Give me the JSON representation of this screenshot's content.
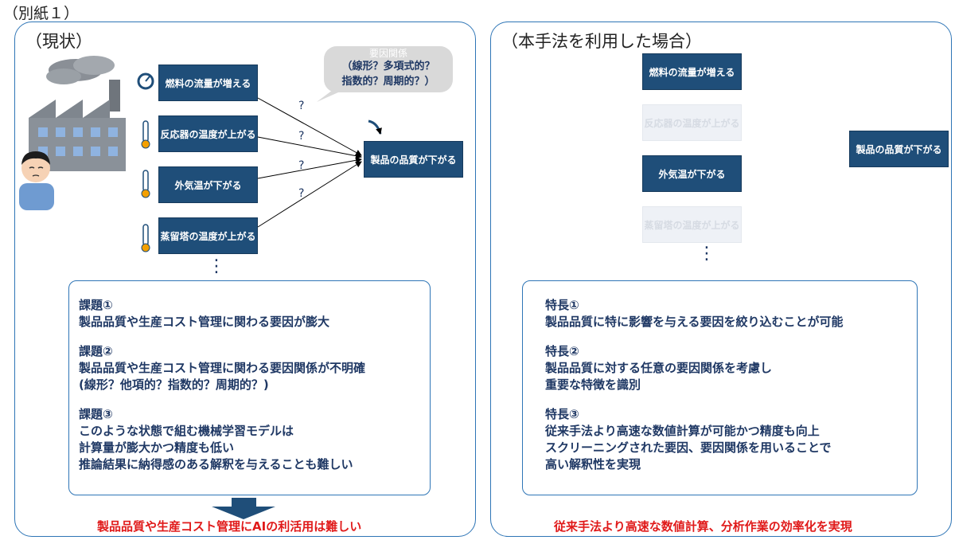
{
  "caption": "（別紙１）",
  "left": {
    "title": "（現状）",
    "nodes": [
      "燃料の流量が増える",
      "反応器の温度が上がる",
      "外気温が下がる",
      "蒸留塔の温度が上がる"
    ],
    "target": "製品の品質が下がる",
    "bubble": {
      "title": "要因関係",
      "line1": "（線形？多項式的？",
      "line2": "指数的？周期的？）"
    },
    "qmark": "?",
    "ellipsis": "⋮",
    "issues": [
      {
        "title": "課題①",
        "lines": [
          "製品品質や生産コスト管理に関わる要因が膨大"
        ]
      },
      {
        "title": "課題②",
        "lines": [
          "製品品質や生産コスト管理に関わる要因関係が不明確",
          "(線形？他項的？指数的？周期的？)"
        ]
      },
      {
        "title": "課題③",
        "lines": [
          "このような状態で組む機械学習モデルは",
          "計算量が膨大かつ精度も低い",
          "推論結果に納得感のある解釈を与えることも難しい"
        ]
      }
    ],
    "conclusion": "製品品質や生産コスト管理にAIの利活用は難しい"
  },
  "right": {
    "title": "（本手法を利用した場合）",
    "nodes": [
      "燃料の流量が増える",
      "反応器の温度が上がる",
      "外気温が下がる",
      "蒸留塔の温度が上がる"
    ],
    "target": "製品の品質が下がる",
    "ellipsis": "⋮",
    "features": [
      {
        "title": "特長①",
        "lines": [
          "製品品質に特に影響を与える要因を絞り込むことが可能"
        ]
      },
      {
        "title": "特長②",
        "lines": [
          "製品品質に対する任意の要因関係を考慮し",
          "重要な特徴を識別"
        ]
      },
      {
        "title": "特長③",
        "lines": [
          "従来手法より高速な数値計算が可能かつ精度も向上",
          "スクリーニングされた要因、要因関係を用いることで",
          "高い解釈性を実現"
        ]
      }
    ],
    "conclusion": "従来手法より高速な数値計算、分析作業の効率化を実現"
  },
  "colors": {
    "node": "#1f4e79",
    "border": "#2e75b6",
    "conclusion": "#e01a1a",
    "arrow": "#1f4e79"
  }
}
